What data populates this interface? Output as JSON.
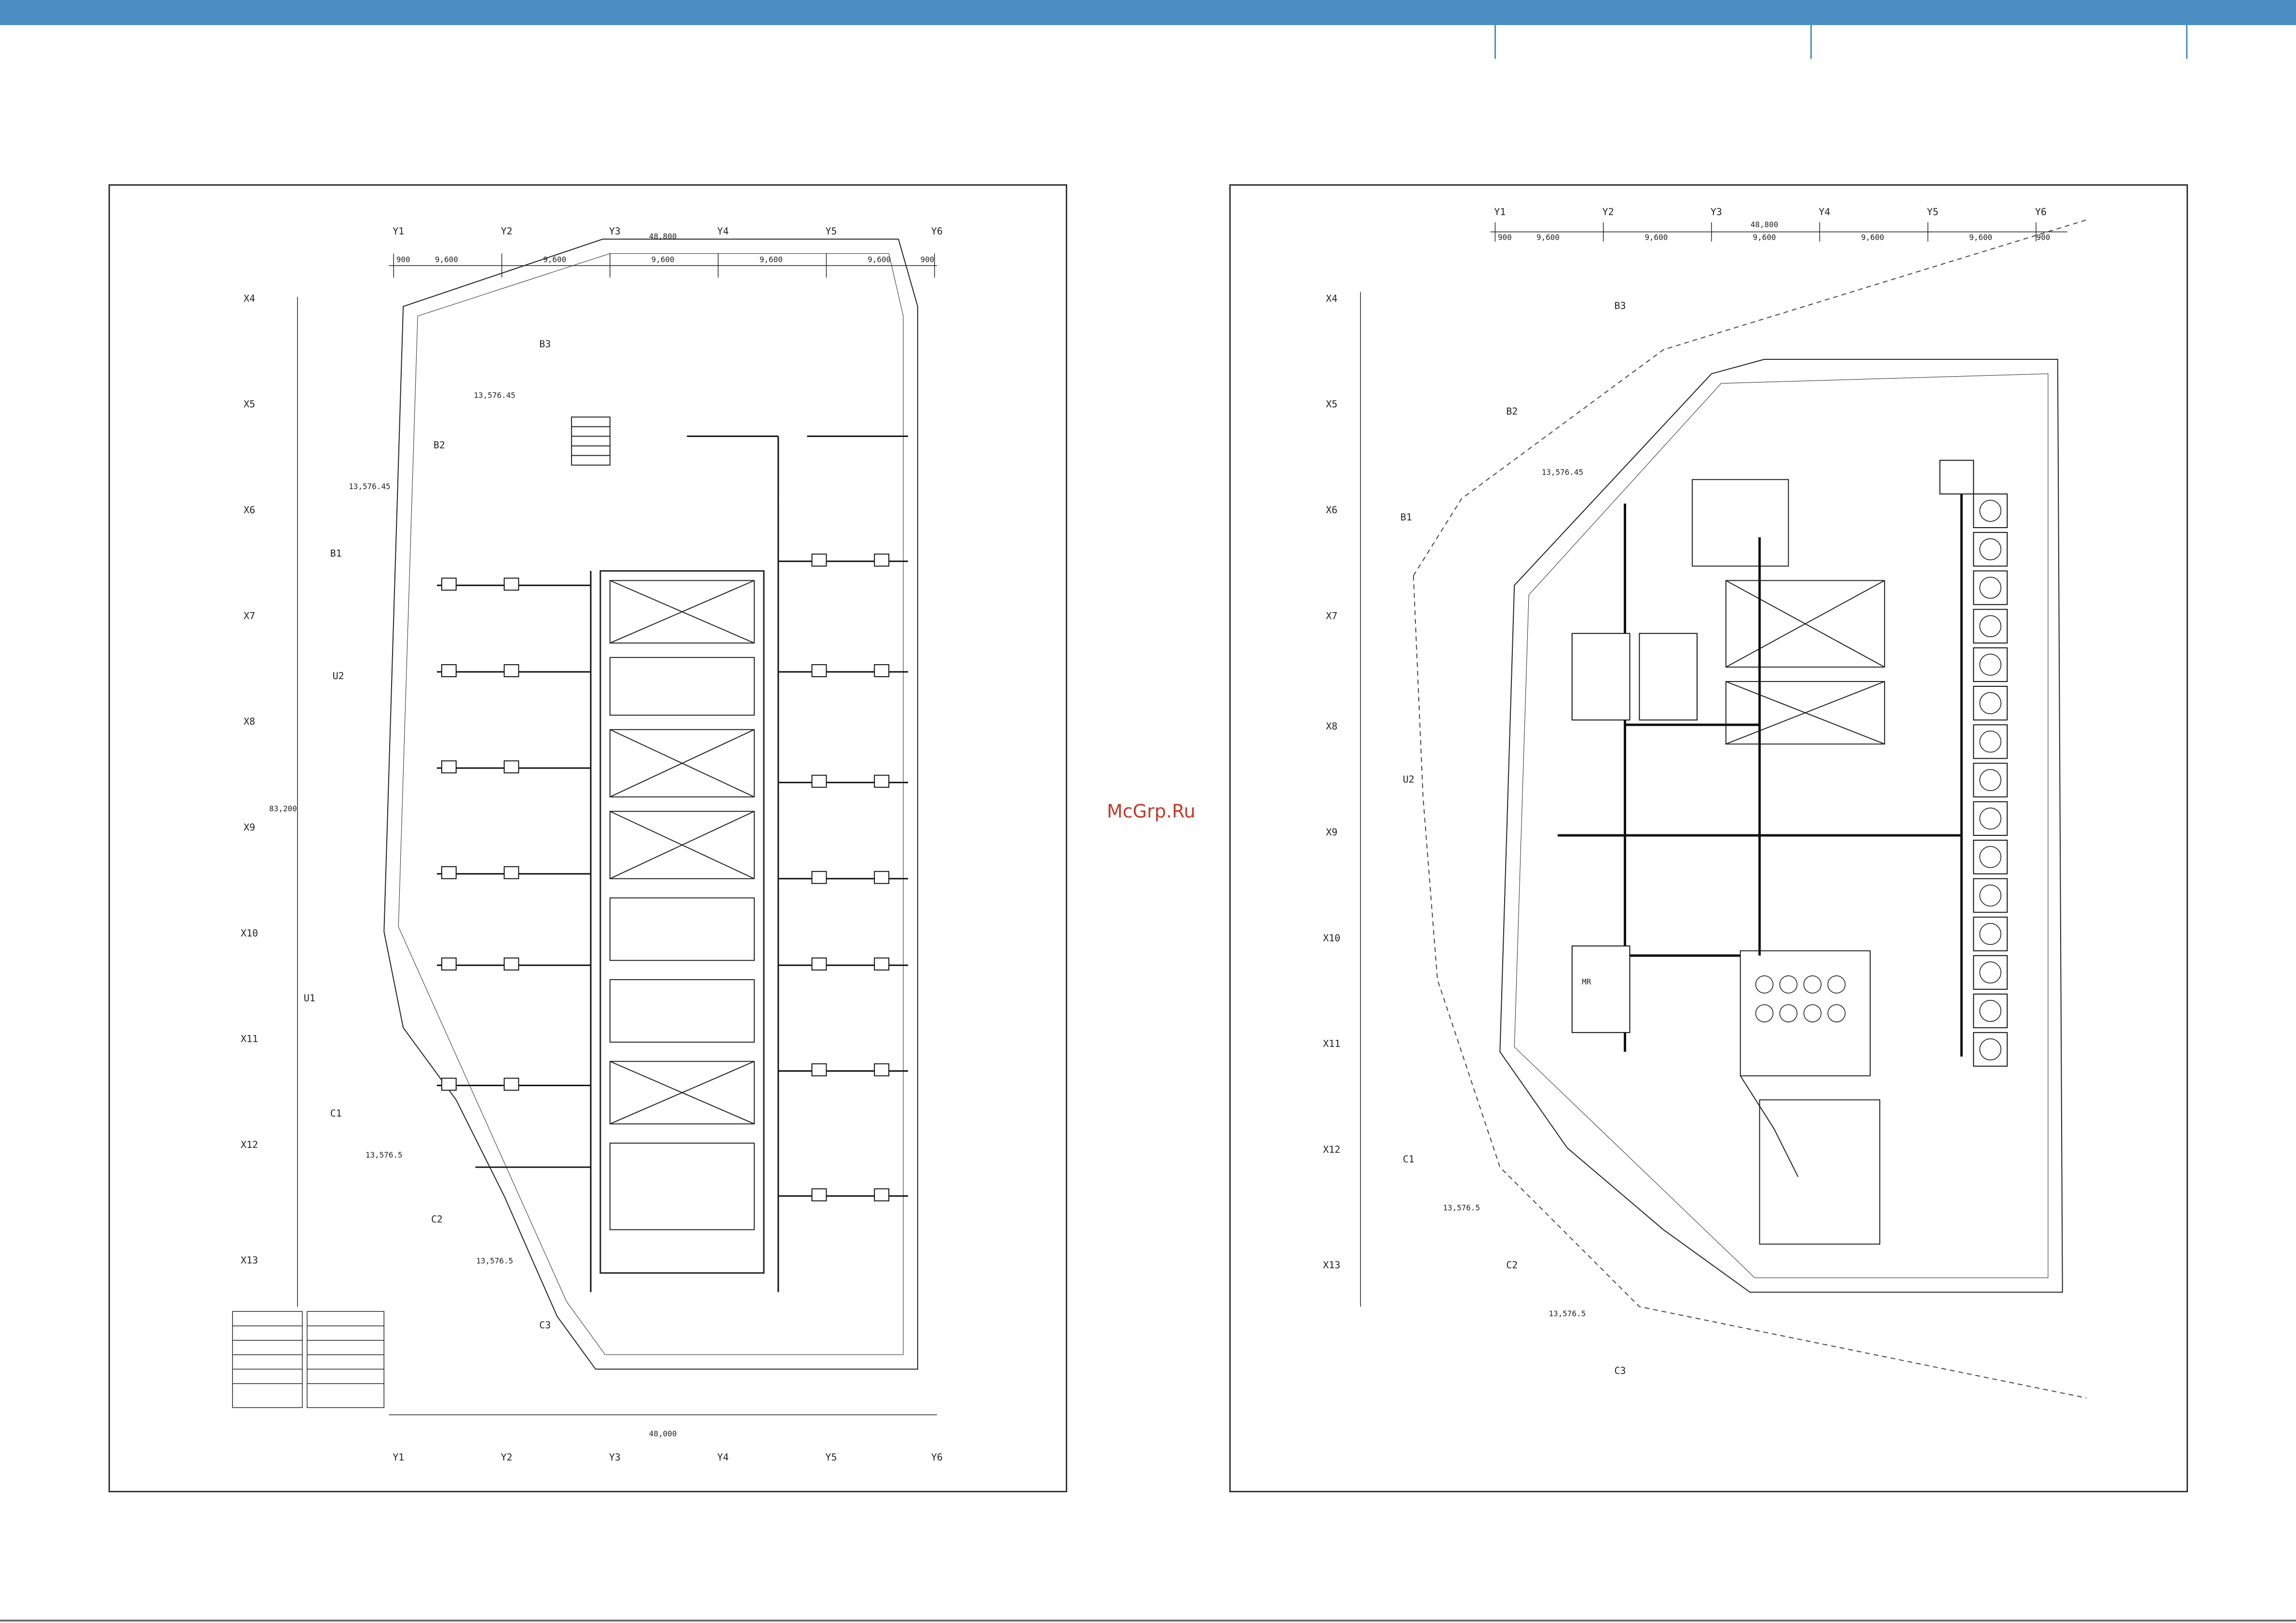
{
  "watermark": "McGrp.Ru",
  "colors": {
    "header_bar": "#4a8ec2",
    "sheet_border": "#333333",
    "drawing_ink": "#222222",
    "watermark": "#c23a2b"
  },
  "left_plan": {
    "column_labels": [
      "Y1",
      "Y2",
      "Y3",
      "Y4",
      "Y5",
      "Y6"
    ],
    "row_labels": [
      "X4",
      "X5",
      "X6",
      "X7",
      "X8",
      "X9",
      "X10",
      "X11",
      "X12",
      "X13"
    ],
    "diagonal_labels": [
      "B3",
      "B2",
      "B1",
      "U2",
      "C1",
      "C2",
      "C3",
      "U1"
    ],
    "top_total": "48,800",
    "bottom_total": "48,000",
    "side_total": "83,200",
    "span_dims": [
      "9,600",
      "9,600",
      "9,600",
      "9,600",
      "9,600"
    ],
    "end_dims": [
      "900",
      "900"
    ],
    "diagonal_dims": [
      "13,576.45",
      "13,576.45",
      "13,576.5",
      "13,576.5"
    ]
  },
  "right_plan": {
    "column_labels": [
      "Y1",
      "Y2",
      "Y3",
      "Y4",
      "Y5",
      "Y6"
    ],
    "row_labels": [
      "X4",
      "X5",
      "X6",
      "X7",
      "X8",
      "X9",
      "X10",
      "X11",
      "X12",
      "X13"
    ],
    "diagonal_labels": [
      "B3",
      "B2",
      "B1",
      "U2",
      "C1",
      "C2",
      "C3"
    ],
    "top_total": "48,800",
    "span_dims": [
      "9,600",
      "9,600",
      "9,600",
      "9,600",
      "9,600"
    ],
    "end_dims": [
      "900",
      "900"
    ],
    "diagonal_dims": [
      "13,576.45",
      "13,576.5",
      "13,576.5"
    ],
    "room_label": "MR"
  }
}
